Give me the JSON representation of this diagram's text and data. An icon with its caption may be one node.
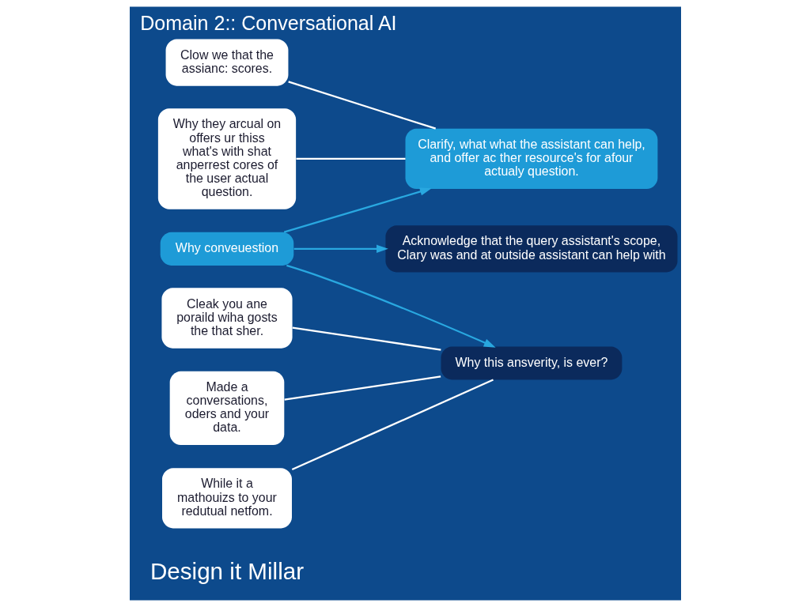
{
  "diagram": {
    "title": "Domain 2:: Conversational AI",
    "nodes": [
      {
        "text": [
          "Why conveuestion"
        ]
      },
      {
        "text": [
          "Acknowledge that the query assistant's scope, Clary was and at outside assistant can help with"
        ]
      },
      {
        "text": [
          "Clarify, what what the assistant can help, and offer ac ther resource's for afour actualy question."
        ]
      },
      {
        "text": [
          "Why this ansverity, is ever?"
        ]
      },
      {
        "text": [
          "Clow we that the assianc: scores."
        ]
      },
      {
        "text": [
          "Why they arcual on offers ur thiss what's with shat anperrest cores of the user actual question."
        ]
      },
      {
        "text": [
          "Cleak you ane poraild wiha gosts the that sher."
        ]
      },
      {
        "text": [
          "Made a conversations, oders and your data."
        ]
      },
      {
        "text": [
          "While it a mathouizs to your redutual netfom."
        ]
      }
    ],
    "edges": [
      {
        "from": 0,
        "to": 1,
        "arrow": "to",
        "color": "#29a8e0"
      },
      {
        "from": 0,
        "to": 2,
        "arrow": "to",
        "color": "#29a8e0"
      },
      {
        "from": 0,
        "to": 3,
        "arrow": "to",
        "color": "#29a8e0"
      },
      {
        "from": 4,
        "to": 2,
        "arrow": "none"
      },
      {
        "from": 5,
        "to": 2,
        "arrow": "none"
      },
      {
        "from": 6,
        "to": 3,
        "arrow": "none"
      },
      {
        "from": 7,
        "to": 3,
        "arrow": "none"
      },
      {
        "from": 8,
        "to": 3,
        "arrow": "none"
      }
    ],
    "labels": [
      "Design it Millar"
    ]
  }
}
